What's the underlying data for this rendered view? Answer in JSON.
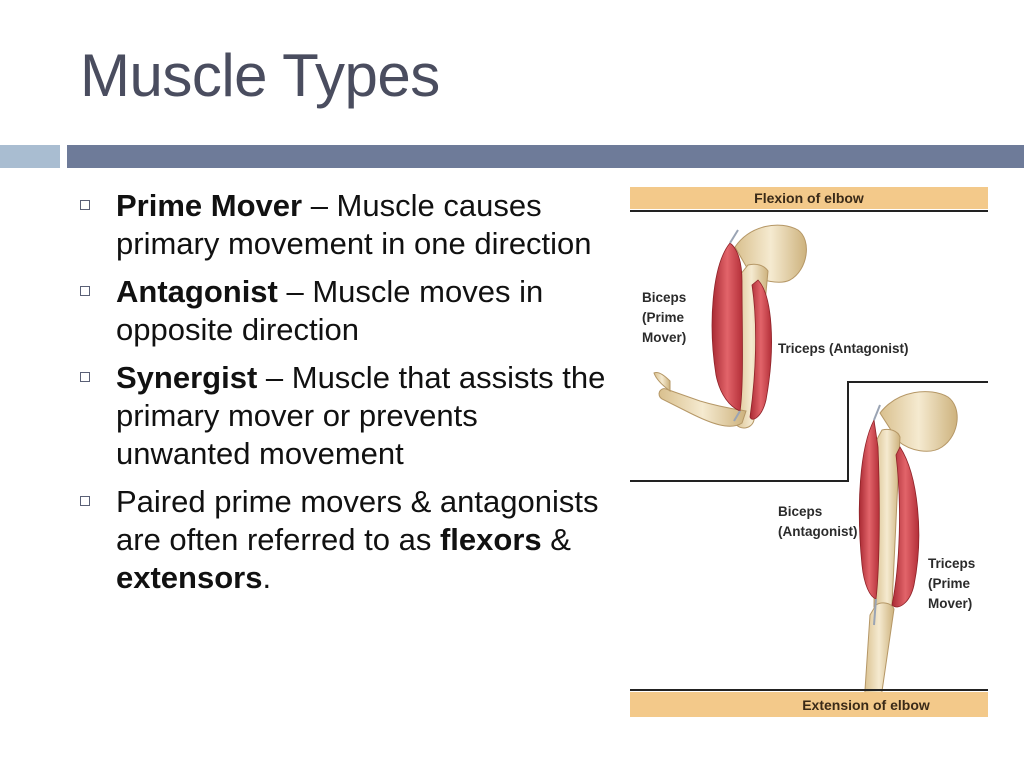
{
  "title": "Muscle Types",
  "bullets": [
    {
      "term": "Prime Mover",
      "text": " – Muscle causes primary movement in one direction"
    },
    {
      "term": "Antagonist",
      "text": " – Muscle moves in opposite direction"
    },
    {
      "term": "Synergist",
      "text": " – Muscle that assists the primary mover or prevents unwanted movement"
    },
    {
      "pre": "Paired prime movers & antagonists are often referred to as ",
      "bold1": "flexors",
      "mid": " & ",
      "bold2": "extensors",
      "post": "."
    }
  ],
  "figure": {
    "top_band": "Flexion of elbow",
    "bottom_band": "Extension of elbow",
    "flexion_labels": {
      "biceps": [
        "Biceps",
        "(Prime",
        "Mover)"
      ],
      "triceps": "Triceps (Antagonist)"
    },
    "extension_labels": {
      "biceps": [
        "Biceps",
        "(Antagonist)"
      ],
      "triceps": [
        "Triceps",
        "(Prime",
        "Mover)"
      ]
    }
  },
  "colors": {
    "title": "#4a4d5f",
    "accent_light": "#a9bdd1",
    "accent_dark": "#6e7b99",
    "band": "#f3c98a",
    "muscle": "#d4434a",
    "bone": "#ecdcb6"
  }
}
